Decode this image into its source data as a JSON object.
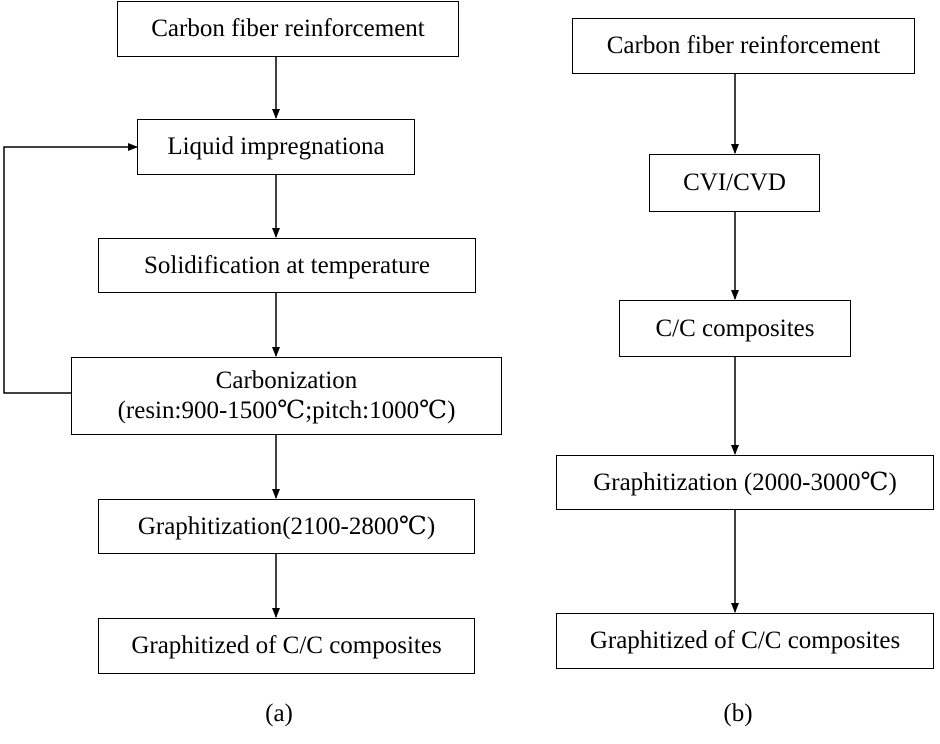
{
  "diagram_a": {
    "caption": "(a)",
    "steps": {
      "carbon_fiber": "Carbon fiber reinforcement",
      "liquid_impregnation": "Liquid impregnationa",
      "solidification": "Solidification at temperature",
      "carbonization_title": "Carbonization",
      "carbonization_detail": "(resin:900-1500℃;pitch:1000℃)",
      "graphitization": "Graphitization(2100-2800℃)",
      "graphitized": "Graphitized of C/C composites"
    }
  },
  "diagram_b": {
    "caption": "(b)",
    "steps": {
      "carbon_fiber": "Carbon fiber reinforcement",
      "cvi_cvd": "CVI/CVD",
      "cc_composites": "C/C composites",
      "graphitization": "Graphitization (2000-3000℃)",
      "graphitized": "Graphitized of C/C composites"
    }
  }
}
